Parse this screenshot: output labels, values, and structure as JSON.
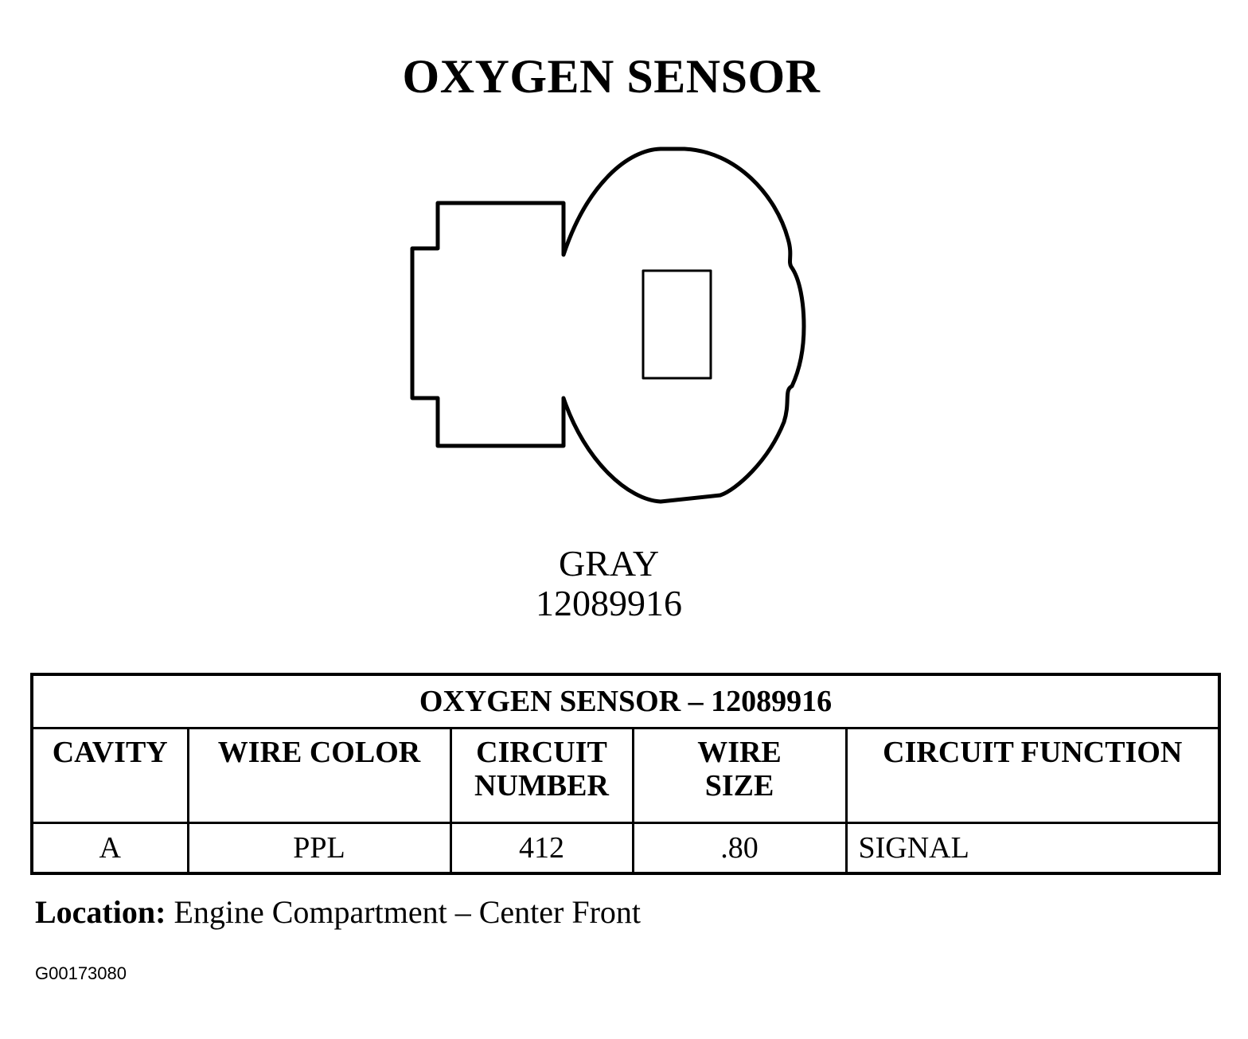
{
  "title": "OXYGEN SENSOR",
  "connector": {
    "color": "GRAY",
    "part_number": "12089916"
  },
  "table": {
    "caption": "OXYGEN SENSOR – 12089916",
    "headers": {
      "cavity": "CAVITY",
      "wire_color": "WIRE COLOR",
      "circuit_number_line1": "CIRCUIT",
      "circuit_number_line2": "NUMBER",
      "wire_size_line1": "WIRE",
      "wire_size_line2": "SIZE",
      "circuit_function": "CIRCUIT FUNCTION"
    },
    "rows": [
      {
        "cavity": "A",
        "wire_color": "PPL",
        "circuit_number": "412",
        "wire_size": ".80",
        "circuit_function": "SIGNAL"
      }
    ]
  },
  "location": {
    "label": "Location:",
    "value": "Engine Compartment – Center Front"
  },
  "figure_id": "G00173080"
}
